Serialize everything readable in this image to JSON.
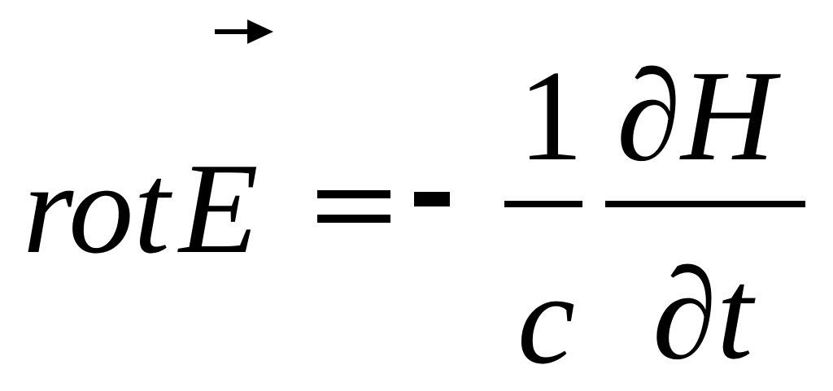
{
  "formula": {
    "lhs_operator": "rot",
    "lhs_vector": "E",
    "equals_sign": "=",
    "minus_sign": "-",
    "coefficient_numerator": "1",
    "coefficient_denominator": "c",
    "derivative_numerator": "∂H",
    "derivative_denominator": "∂t"
  }
}
